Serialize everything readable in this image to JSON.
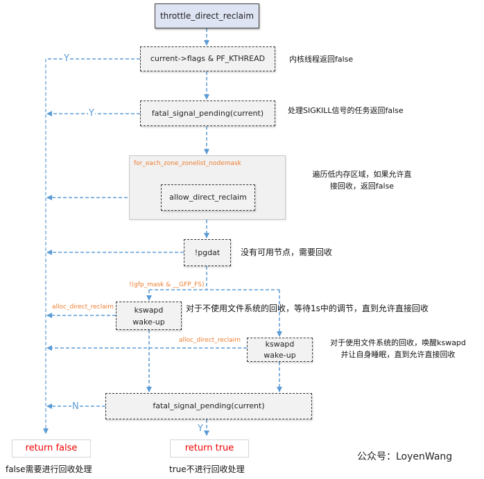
{
  "diagram": {
    "nodes": {
      "start": "throttle_direct_reclaim",
      "kthread_check": "current->flags & PF_KTHREAD",
      "fatal_signal_1": "fatal_signal_pending(current)",
      "zone_loop_label": "for_each_zone_zonelist_nodemask",
      "allow_direct_reclaim": "allow_direct_reclaim",
      "pgdat_check": "!pgdat",
      "kswapd_1": [
        "kswapd",
        "wake-up"
      ],
      "kswapd_2": [
        "kswapd",
        "wake-up"
      ],
      "fatal_signal_2": "fatal_signal_pending(current)",
      "return_false": "return false",
      "return_true": "return true"
    },
    "edge_labels": {
      "y1": "Y",
      "y2": "Y",
      "gfp_condition": "!(gfp_mask & __GFP_FS)",
      "alloc_1": "alloc_direct_reclaim",
      "alloc_2": "alloc_direct_reclaim",
      "n": "N",
      "y3": "Y"
    },
    "notes": {
      "kthread": "内核线程返回false",
      "sigkill": "处理SIGKILL信号的任务返回false",
      "zone_line1": "遍历低内存区域，如果允许直",
      "zone_line2": "接回收，返回false",
      "pgdat": "没有可用节点，需要回收",
      "kswapd_nofs": "对于不使用文件系统的回收，等待1s中的调节，直到允许直接回收",
      "kswapd_fs_line1": "对于使用文件系统的回收，唤醒kswapd",
      "kswapd_fs_line2": "并让自身睡眠，直到允许直接回收",
      "return_false_note": "false需要进行回收处理",
      "return_true_note": "true不进行回收处理"
    },
    "watermark": "公众号：LoyenWang",
    "colors": {
      "arrow": "#5b9bd5",
      "spine": "#9dc3e6",
      "label_orange": "#ed7d31",
      "return_red": "#ff0000",
      "start_fill": "#dfe4f4"
    }
  }
}
